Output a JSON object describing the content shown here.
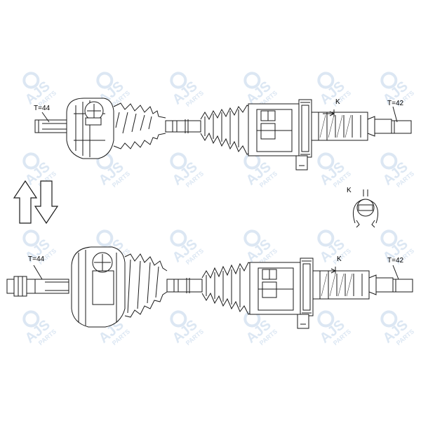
{
  "watermark": {
    "brand": "AJS",
    "suffix": "PARTS",
    "color": "#dce7f3"
  },
  "top_shaft": {
    "left_thread_label": "T=44",
    "right_thread_label": "T=42",
    "clip_label": "K"
  },
  "bottom_shaft": {
    "left_thread_label": "T=44",
    "right_thread_label": "T=42",
    "clip_label": "K"
  },
  "detail": {
    "clip_label": "K"
  },
  "colors": {
    "line": "#1a1a1a",
    "hatch": "#444444"
  }
}
